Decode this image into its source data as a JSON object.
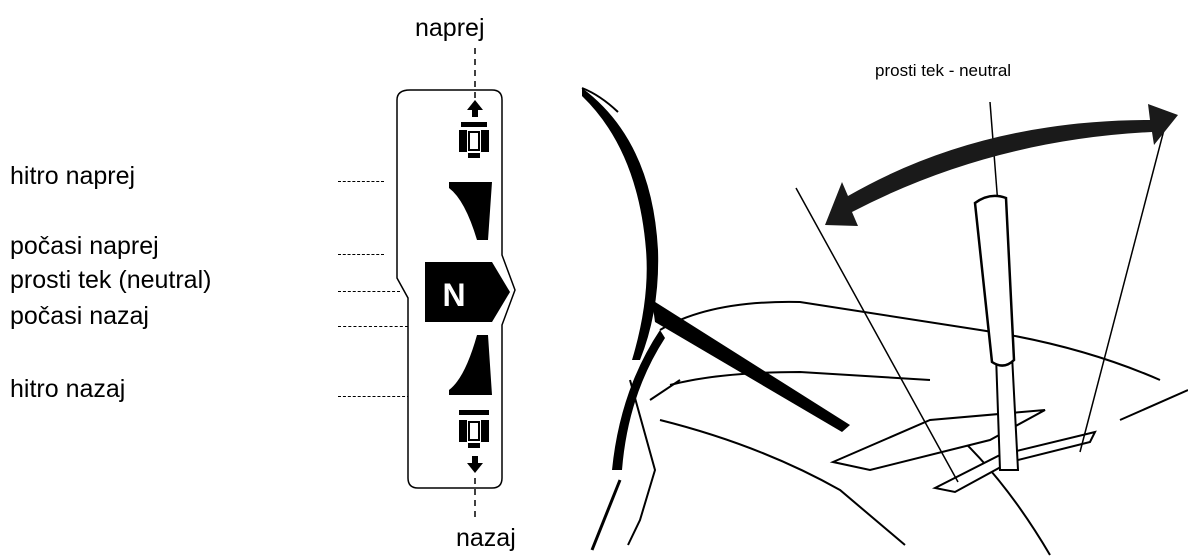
{
  "labels": {
    "forward": "naprej",
    "backward": "nazaj",
    "fast_forward": "hitro naprej",
    "slow_forward": "počasi naprej",
    "neutral": "prosti tek (neutral)",
    "slow_backward": "počasi nazaj",
    "fast_backward": "hitro nazaj",
    "lever_neutral": "prosti tek - neutral"
  },
  "gate": {
    "neutral_symbol": "N"
  }
}
